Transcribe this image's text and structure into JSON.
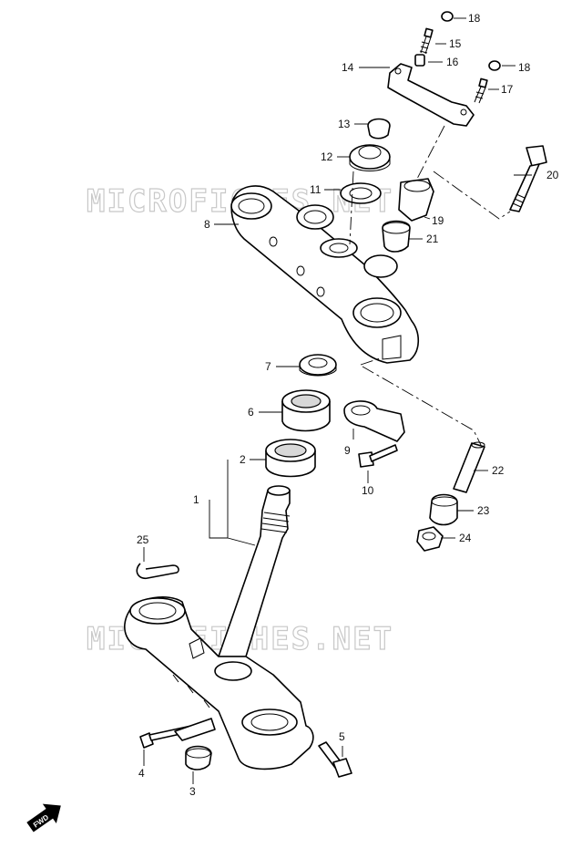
{
  "watermark": "MICROFICHES.NET",
  "badge": "FWD",
  "callouts": [
    {
      "id": "c1",
      "label": "1"
    },
    {
      "id": "c2",
      "label": "2"
    },
    {
      "id": "c3",
      "label": "3"
    },
    {
      "id": "c4",
      "label": "4"
    },
    {
      "id": "c5",
      "label": "5"
    },
    {
      "id": "c6",
      "label": "6"
    },
    {
      "id": "c7",
      "label": "7"
    },
    {
      "id": "c8",
      "label": "8"
    },
    {
      "id": "c9",
      "label": "9"
    },
    {
      "id": "c10",
      "label": "10"
    },
    {
      "id": "c11",
      "label": "11"
    },
    {
      "id": "c12",
      "label": "12"
    },
    {
      "id": "c13",
      "label": "13"
    },
    {
      "id": "c14",
      "label": "14"
    },
    {
      "id": "c15",
      "label": "15"
    },
    {
      "id": "c16",
      "label": "16"
    },
    {
      "id": "c17",
      "label": "17"
    },
    {
      "id": "c18a",
      "label": "18"
    },
    {
      "id": "c18b",
      "label": "18"
    },
    {
      "id": "c19",
      "label": "19"
    },
    {
      "id": "c20",
      "label": "20"
    },
    {
      "id": "c21",
      "label": "21"
    },
    {
      "id": "c22",
      "label": "22"
    },
    {
      "id": "c23",
      "label": "23"
    },
    {
      "id": "c24",
      "label": "24"
    },
    {
      "id": "c25",
      "label": "25"
    }
  ]
}
